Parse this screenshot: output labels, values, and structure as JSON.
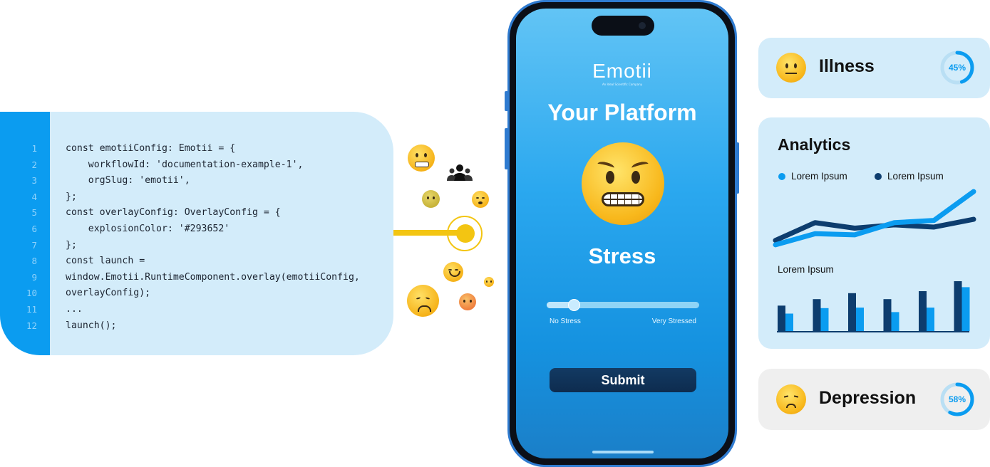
{
  "code_panel": {
    "lines": [
      {
        "n": "1",
        "text": "const emotiiConfig: Emotii = {"
      },
      {
        "n": "2",
        "text": "    workflowId: 'documentation-example-1',"
      },
      {
        "n": "3",
        "text": "    orgSlug: 'emotii',"
      },
      {
        "n": "4",
        "text": "};"
      },
      {
        "n": "5",
        "text": "const overlayConfig: OverlayConfig = {"
      },
      {
        "n": "6",
        "text": "    explosionColor: '#293652'"
      },
      {
        "n": "7",
        "text": "};"
      },
      {
        "n": "8",
        "text": "const launch ="
      },
      {
        "n": "9",
        "text": "window.Emotii.RuntimeComponent.overlay(emotiiConfig,"
      },
      {
        "n": "10",
        "text": "overlayConfig);"
      },
      {
        "n": "11",
        "text": "..."
      },
      {
        "n": "12",
        "text": "launch();"
      }
    ]
  },
  "phone": {
    "brand": "Emotii",
    "brand_tagline": "An Ideal Scientific Company",
    "title": "Your Platform",
    "emotion": "Stress",
    "slider": {
      "value": 0.18,
      "min_label": "No Stress",
      "max_label": "Very Stressed"
    },
    "submit_label": "Submit"
  },
  "illness_card": {
    "label": "Illness",
    "percent": 45,
    "percent_text": "45%"
  },
  "analytics_card": {
    "title": "Analytics",
    "legend": [
      {
        "label": "Lorem Ipsum",
        "color": "#0b9cf0"
      },
      {
        "label": "Lorem Ipsum",
        "color": "#0d3d6e"
      }
    ],
    "subtitle": "Lorem Ipsum",
    "chart_data": [
      {
        "type": "line",
        "x": [
          1,
          2,
          3,
          4,
          5,
          6
        ],
        "series": [
          {
            "values": [
              1.0,
              2.0,
              1.9,
              3.0,
              3.2,
              5.8
            ]
          },
          {
            "values": [
              1.4,
              3.0,
              2.5,
              2.8,
              2.6,
              3.3
            ]
          }
        ]
      },
      {
        "type": "bar",
        "categories": [
          "1",
          "2",
          "3",
          "4",
          "5",
          "6"
        ],
        "series": [
          {
            "values": [
              3.5,
              4.6,
              4.7,
              3.8,
              4.7,
              8.8
            ]
          },
          {
            "values": [
              5.1,
              6.4,
              7.6,
              6.4,
              8.0,
              10.0
            ]
          }
        ]
      }
    ]
  },
  "depression_card": {
    "label": "Depression",
    "percent": 58,
    "percent_text": "58%"
  },
  "colors": {
    "accent": "#0b9cf0",
    "navy": "#0d3d6e",
    "card_bg": "#d3ecfa",
    "gray_card_bg": "#efefef",
    "connector": "#f3c512"
  }
}
